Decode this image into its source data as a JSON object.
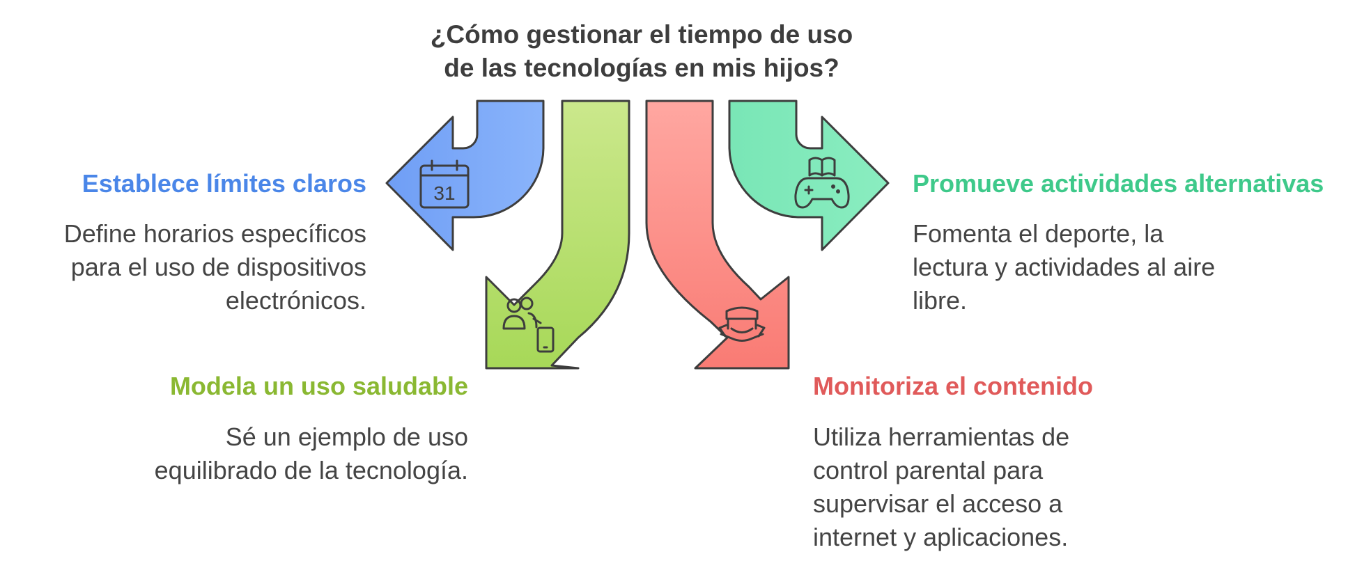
{
  "title": {
    "line1": "¿Cómo gestionar el tiempo de uso",
    "line2": "de las tecnologías en mis hijos?"
  },
  "colors": {
    "blue": "#4a86e8",
    "green": "#8ab832",
    "red": "#e05a5a",
    "teal": "#3ec98a"
  },
  "items": [
    {
      "heading": "Establece límites claros",
      "lines": [
        "Define horarios específicos",
        "para el uso de dispositivos",
        "electrónicos."
      ],
      "icon": "calendar-icon",
      "icon_text": "31"
    },
    {
      "heading": "Modela un uso saludable",
      "lines": [
        "Sé un ejemplo de uso",
        "equilibrado de la tecnología."
      ],
      "icon": "people-phone-icon"
    },
    {
      "heading": "Monitoriza el contenido",
      "lines": [
        "Utiliza herramientas de",
        "control parental para",
        "supervisar el acceso a",
        "internet y aplicaciones."
      ],
      "icon": "hooded-person-icon"
    },
    {
      "heading": "Promueve actividades alternativas",
      "lines": [
        "Fomenta el deporte, la",
        "lectura y actividades al aire",
        "libre."
      ],
      "icon": "gamepad-book-icon"
    }
  ]
}
